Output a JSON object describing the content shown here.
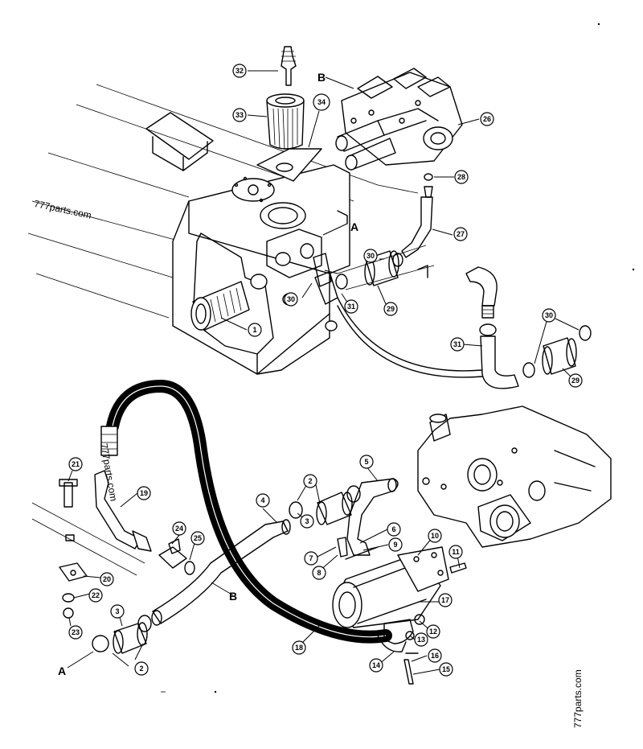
{
  "watermarks": [
    "777parts.com",
    "777parts.com",
    "777parts.com"
  ],
  "reference_letters": {
    "b_top": "B",
    "a_tank": "A",
    "b_lower": "B",
    "a_lower": "A"
  },
  "callouts": {
    "c1": "1",
    "c2a": "2",
    "c2b": "2",
    "c3a": "3",
    "c3b": "3",
    "c4": "4",
    "c5": "5",
    "c6": "6",
    "c7": "7",
    "c8": "8",
    "c9": "9",
    "c10": "10",
    "c11": "11",
    "c12": "12",
    "c13": "13",
    "c14": "14",
    "c15": "15",
    "c16": "16",
    "c17": "17",
    "c18": "18",
    "c19": "19",
    "c20": "20",
    "c21": "21",
    "c22": "22",
    "c23": "23",
    "c24": "24",
    "c25": "25",
    "c26": "26",
    "c27": "27",
    "c28": "28",
    "c29a": "29",
    "c29b": "29",
    "c30a": "30",
    "c30b": "30",
    "c30c": "30",
    "c31a": "31",
    "c31b": "31",
    "c32": "32",
    "c33": "33",
    "c34": "34"
  }
}
